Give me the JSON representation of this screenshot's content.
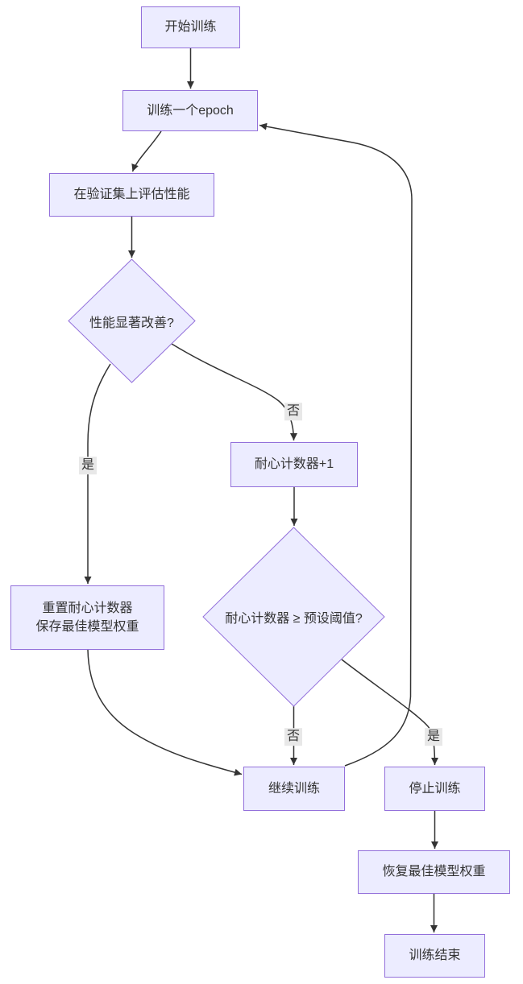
{
  "diagram": {
    "type": "flowchart",
    "direction": "top-down",
    "colors": {
      "node_fill": "#ECECFF",
      "node_border": "#9370DB",
      "edge": "#333333",
      "edge_label_bg": "#e8e8e8",
      "text": "#333333"
    },
    "nodes": {
      "start": {
        "shape": "rect",
        "label": "开始训练"
      },
      "train_epoch": {
        "shape": "rect",
        "label": "训练一个epoch"
      },
      "evaluate": {
        "shape": "rect",
        "label": "在验证集上评估性能"
      },
      "improved": {
        "shape": "diamond",
        "label": "性能显著改善?"
      },
      "counter_inc": {
        "shape": "rect",
        "label": "耐心计数器+1"
      },
      "threshold": {
        "shape": "diamond",
        "label": "耐心计数器 ≥ 预设阈值?"
      },
      "reset_save": {
        "shape": "rect",
        "line1": "重置耐心计数器",
        "line2": "保存最佳模型权重"
      },
      "continue": {
        "shape": "rect",
        "label": "继续训练"
      },
      "stop": {
        "shape": "rect",
        "label": "停止训练"
      },
      "restore": {
        "shape": "rect",
        "label": "恢复最佳模型权重"
      },
      "end": {
        "shape": "rect",
        "label": "训练结束"
      }
    },
    "edge_labels": {
      "improved_no": "否",
      "improved_yes": "是",
      "threshold_no": "否",
      "threshold_yes": "是"
    }
  }
}
